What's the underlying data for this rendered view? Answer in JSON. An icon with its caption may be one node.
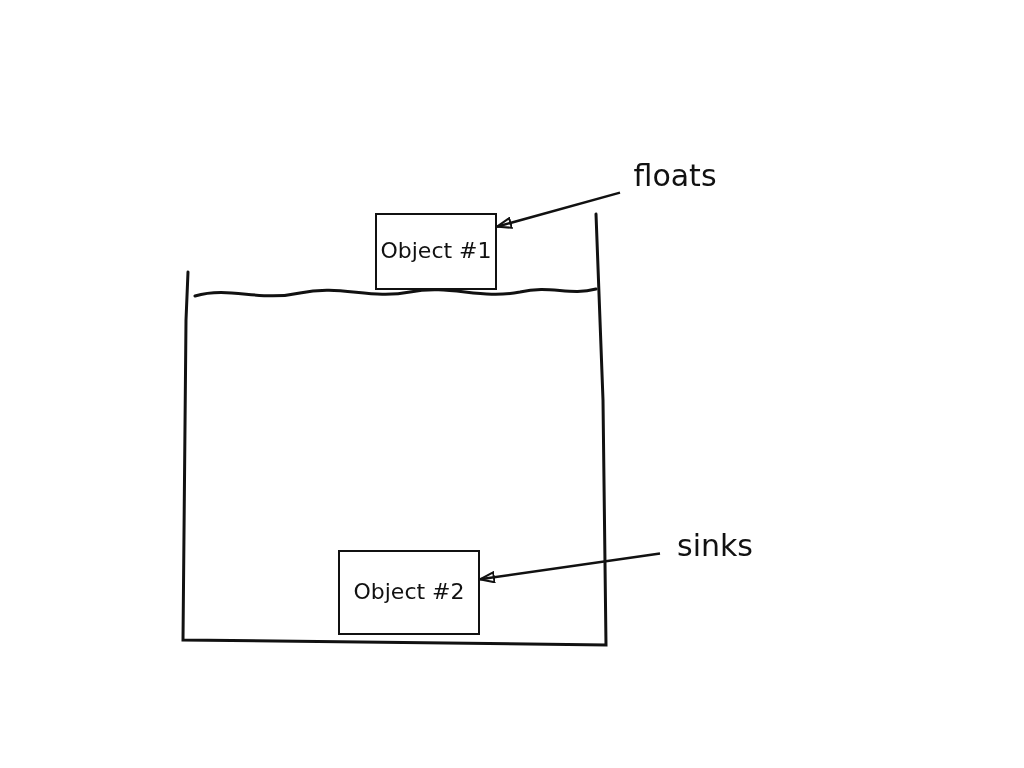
{
  "diagram": {
    "nodes": [
      {
        "text": [
          "Object #1"
        ]
      },
      {
        "text": [
          "Object #2"
        ]
      },
      {
        "text": [
          "floats"
        ]
      },
      {
        "text": [
          "sinks"
        ]
      }
    ],
    "edges": [
      {
        "from": 2,
        "to": 0,
        "arrow": "to"
      },
      {
        "from": 3,
        "to": 1,
        "arrow": "to"
      }
    ]
  }
}
